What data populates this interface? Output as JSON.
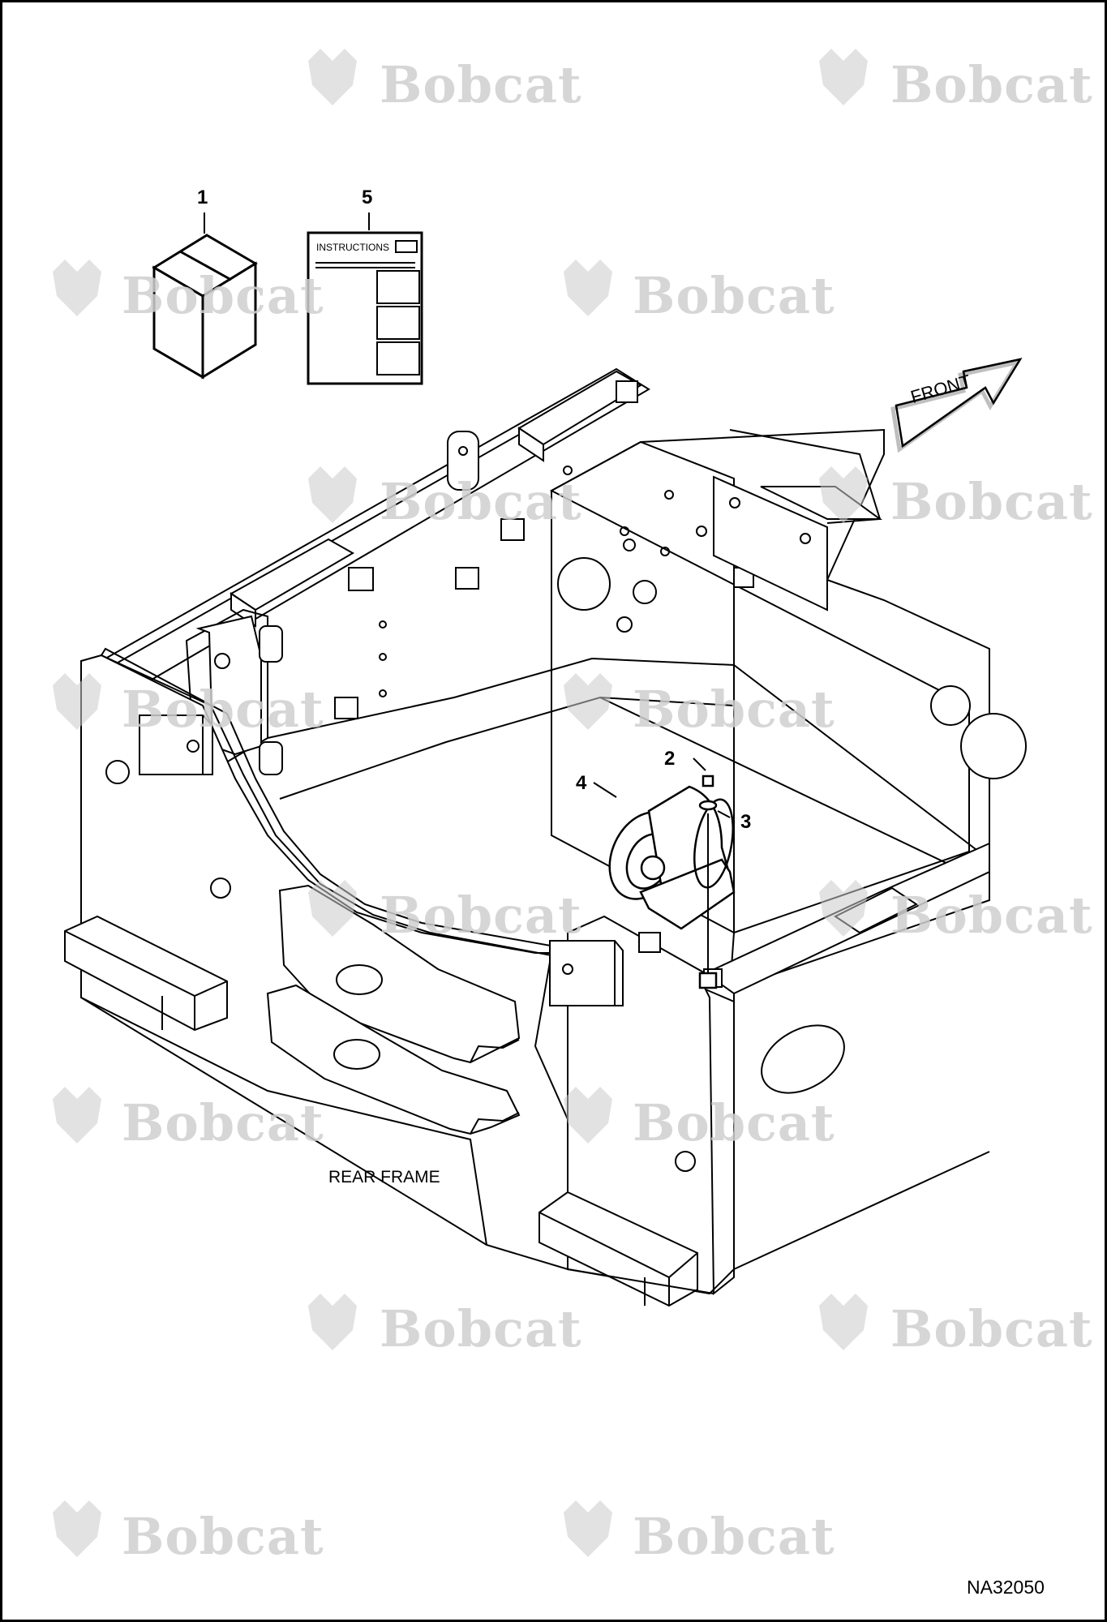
{
  "diagram": {
    "watermark_text": "Bobcat",
    "callouts": [
      "1",
      "2",
      "3",
      "4",
      "5"
    ],
    "instructions_card_title": "INSTRUCTIONS",
    "front_arrow_label": "FRONT",
    "rear_frame_label": "REAR FRAME",
    "drawing_number": "NA32050"
  }
}
